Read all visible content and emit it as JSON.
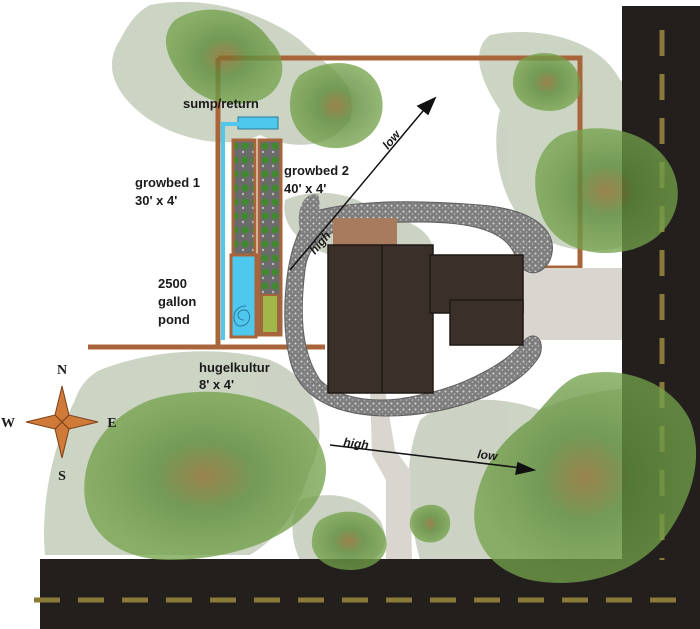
{
  "labels": {
    "sump": "sump/return",
    "growbed1_line1": "growbed 1",
    "growbed1_line2": "30' x 4'",
    "growbed2_line1": "growbed 2",
    "growbed2_line2": "40' x 4'",
    "pond_line1": "2500",
    "pond_line2": "gallon",
    "pond_line3": "pond",
    "hugel_line1": "hugelkultur",
    "hugel_line2": "8' x 4'"
  },
  "slope": {
    "north_high": "high",
    "north_low": "low",
    "south_high": "high",
    "south_low": "low"
  },
  "compass": {
    "n": "N",
    "s": "S",
    "e": "E",
    "w": "W"
  },
  "colors": {
    "road": "#231f1c",
    "road_dash": "#8a7a3a",
    "property_line": "#a8643a",
    "tree_canopy": "#6f9a4a",
    "shrub_halo": "#c7cfbe",
    "house": "#3b2f2a",
    "driveway": "#d8d6cf",
    "gravel_path": "#8c8c8c",
    "water": "#4fc8ee",
    "compass": "#d07a3a"
  }
}
